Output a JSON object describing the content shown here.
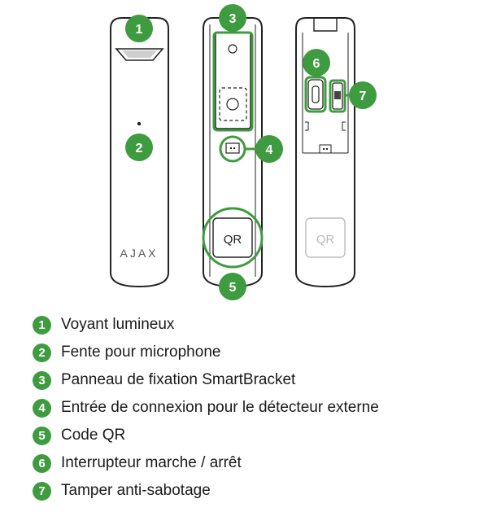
{
  "brand": "AJAX",
  "qr_label": "QR",
  "accent_color": "#3f9b3f",
  "callouts": [
    {
      "number": "1",
      "label": "Voyant lumineux"
    },
    {
      "number": "2",
      "label": "Fente pour microphone"
    },
    {
      "number": "3",
      "label": "Panneau de fixation SmartBracket"
    },
    {
      "number": "4",
      "label": "Entrée de connexion pour le détecteur externe"
    },
    {
      "number": "5",
      "label": "Code QR"
    },
    {
      "number": "6",
      "label": "Interrupteur marche / arrêt"
    },
    {
      "number": "7",
      "label": "Tamper anti-sabotage"
    }
  ]
}
